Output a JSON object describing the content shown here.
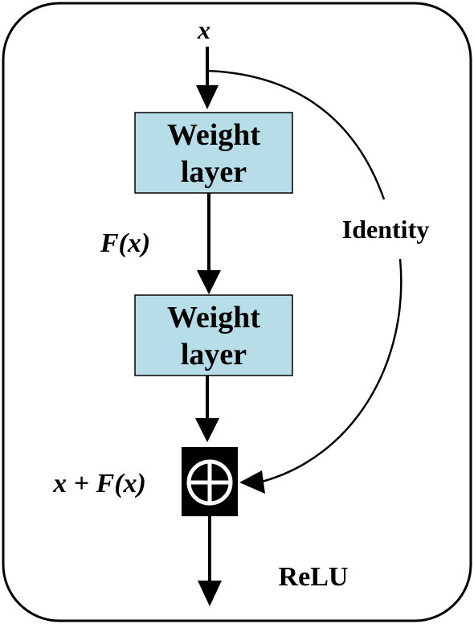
{
  "input_label": "x",
  "layer1": {
    "line1": "Weight",
    "line2": "layer"
  },
  "fx_label": "F(x)",
  "layer2": {
    "line1": "Weight",
    "line2": "layer"
  },
  "identity_label": "Identity",
  "sum_label": "x + F(x)",
  "relu_label": "ReLU",
  "colors": {
    "layer_fill": "#b7dde8",
    "stroke": "#000000",
    "adder_fill": "#000000",
    "adder_symbol": "#ffffff"
  }
}
